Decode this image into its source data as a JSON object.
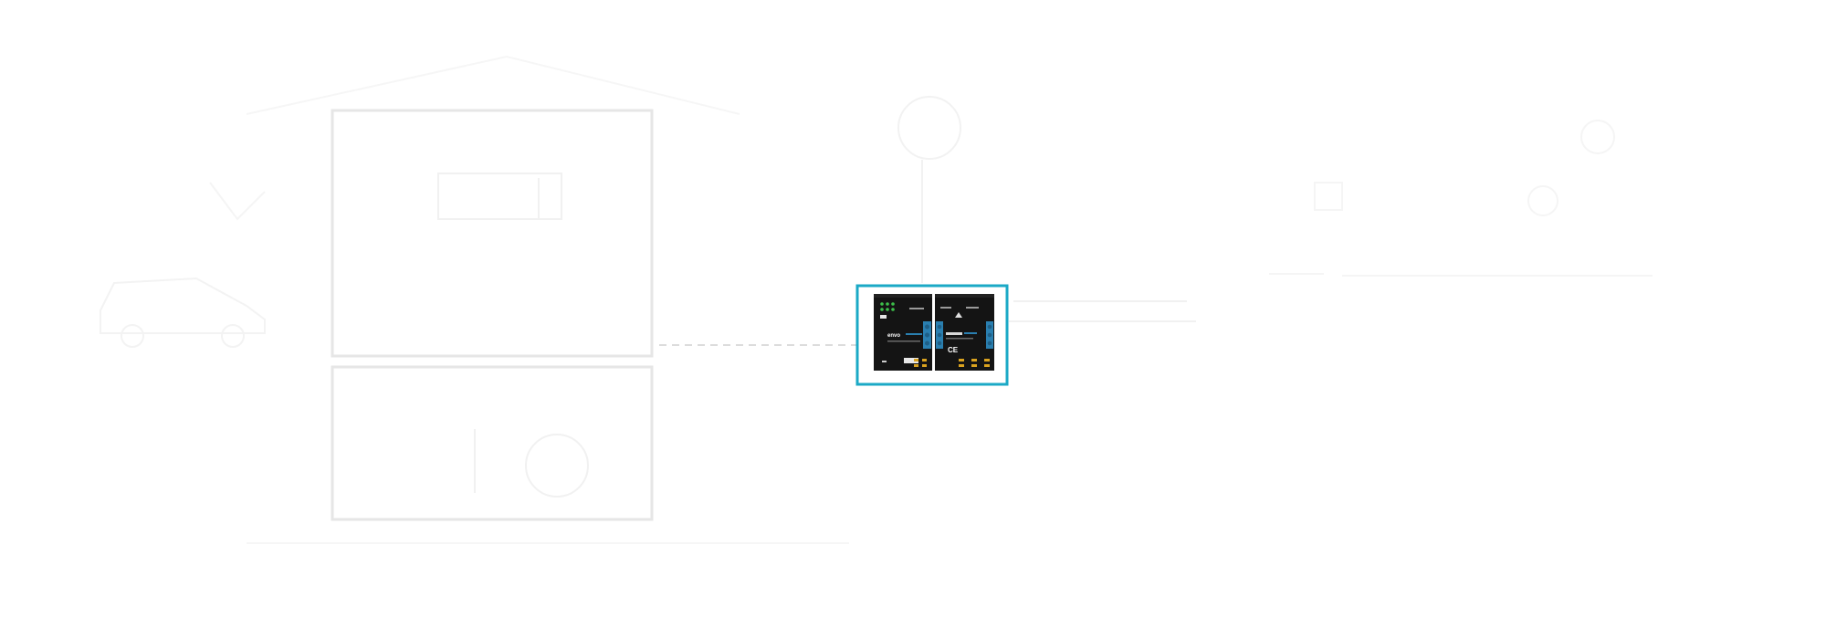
{
  "colors": {
    "highlight_border": "#1ba9c6",
    "room_border": "#e6e6e6",
    "connector": "#dcdcdc",
    "ghost": "#f4f4f4",
    "device_body": "#141414",
    "terminal_blue": "#2a7fb0",
    "terminal_orange": "#d9a21f",
    "led_green": "#3cbf4a"
  },
  "device": {
    "logo_text": "envo",
    "ce_mark": "CE"
  },
  "icons": {
    "ghost_router": "router-icon",
    "ghost_car": "car-icon",
    "ghost_plant": "plant-icon",
    "ghost_appliances": "appliance-icons"
  }
}
